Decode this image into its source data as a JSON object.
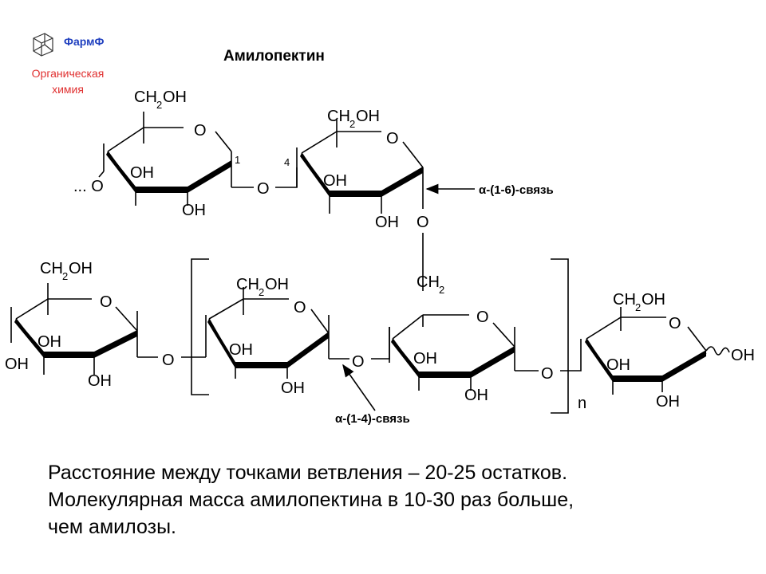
{
  "header": {
    "logo_name": "ФармФ",
    "logo_subtitle_line1": "Органическая",
    "logo_subtitle_line2": "химия",
    "title": "Амилопектин"
  },
  "structure": {
    "ch2": "CH",
    "ch2_sub": "2",
    "ch2oh_ch": "CH",
    "ch2oh_sub": "2",
    "ch2oh_oh": "OH",
    "oh": "OH",
    "ring_oxygen": "O",
    "bridge_oxygen": "O",
    "chain_start": "... O",
    "position_1": "1",
    "position_4": "4",
    "repeat_n": "n",
    "bond_alpha_1_6": "α-(1-6)-связь",
    "bond_alpha_1_4": "α-(1-4)-связь"
  },
  "caption": {
    "line1": "Расстояние между точками ветвления – 20-25 остатков.",
    "line2": "Молекулярная масса амилопектина в 10-30 раз больше,",
    "line3": "чем амилозы."
  },
  "colors": {
    "logo_name": "#1f3fbf",
    "logo_subtitle": "#e03030",
    "structure": "#000000"
  },
  "icons": [
    "adamantane-logo-icon"
  ]
}
